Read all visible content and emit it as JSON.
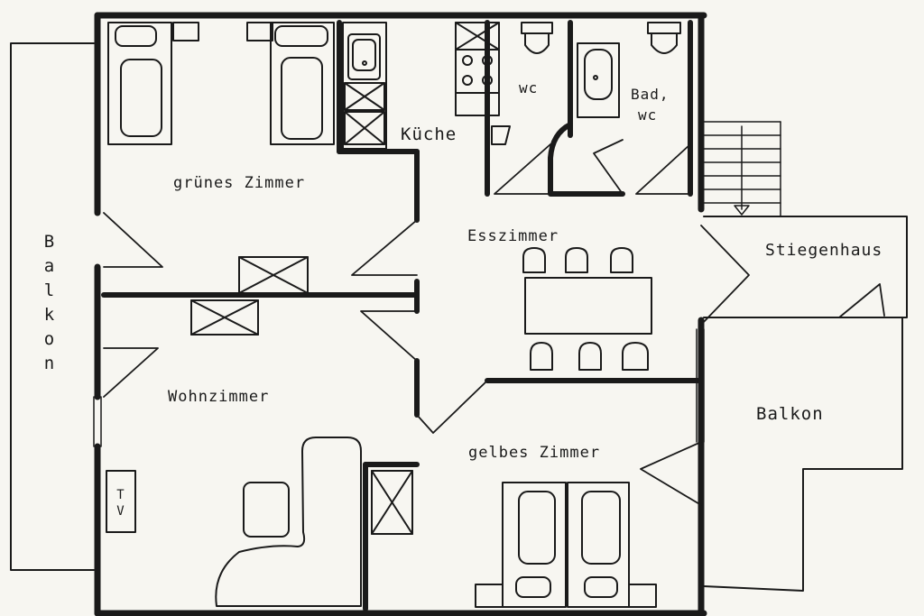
{
  "rooms": {
    "gruenes_zimmer": "grünes Zimmer",
    "kueche": "Küche",
    "wc": "wc",
    "bad_line1": "Bad,",
    "bad_line2": "wc",
    "esszimmer": "Esszimmer",
    "stiegenhaus": "Stiegenhaus",
    "wohnzimmer": "Wohnzimmer",
    "gelbes_zimmer": "gelbes Zimmer",
    "balkon_right": "Balkon",
    "balkon_left": [
      "B",
      "a",
      "l",
      "k",
      "o",
      "n"
    ],
    "tv_line1": "T",
    "tv_line2": "V"
  },
  "colors": {
    "ink": "#1a1a1a",
    "wall_fill": "#3a3a3a",
    "paper": "#f7f6f1"
  }
}
